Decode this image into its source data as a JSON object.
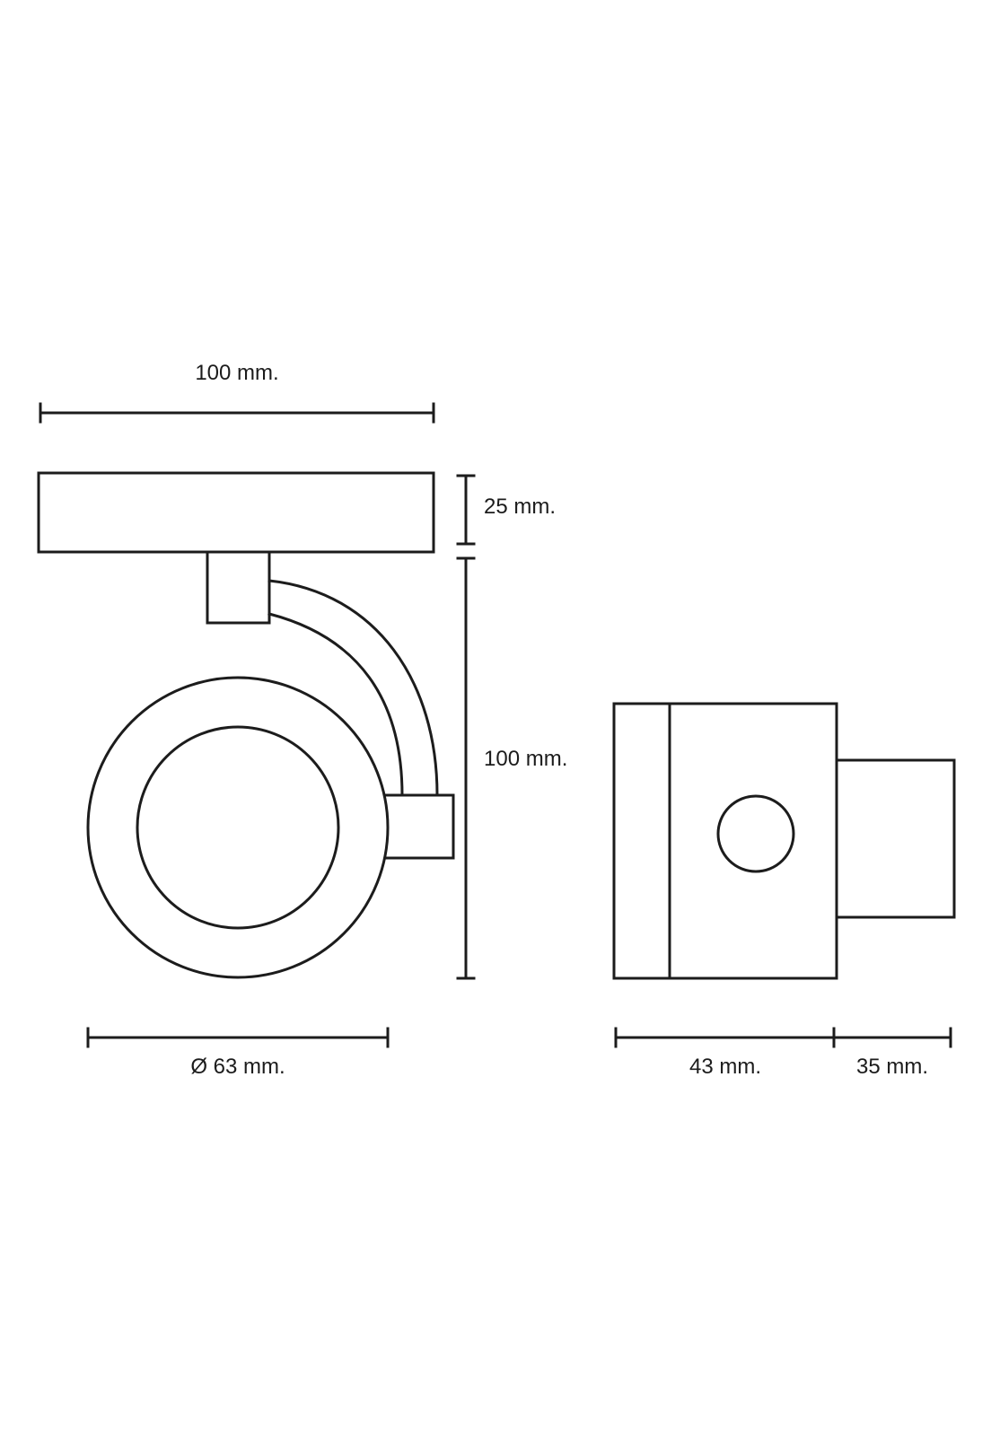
{
  "drawing": {
    "stroke_color": "#1c1c1c",
    "background": "#ffffff",
    "dimensions": {
      "width_top": "100 mm.",
      "base_height": "25 mm.",
      "total_height": "100 mm.",
      "diameter": "Ø 63 mm.",
      "depth_body": "43 mm.",
      "depth_mount": "35 mm."
    }
  }
}
